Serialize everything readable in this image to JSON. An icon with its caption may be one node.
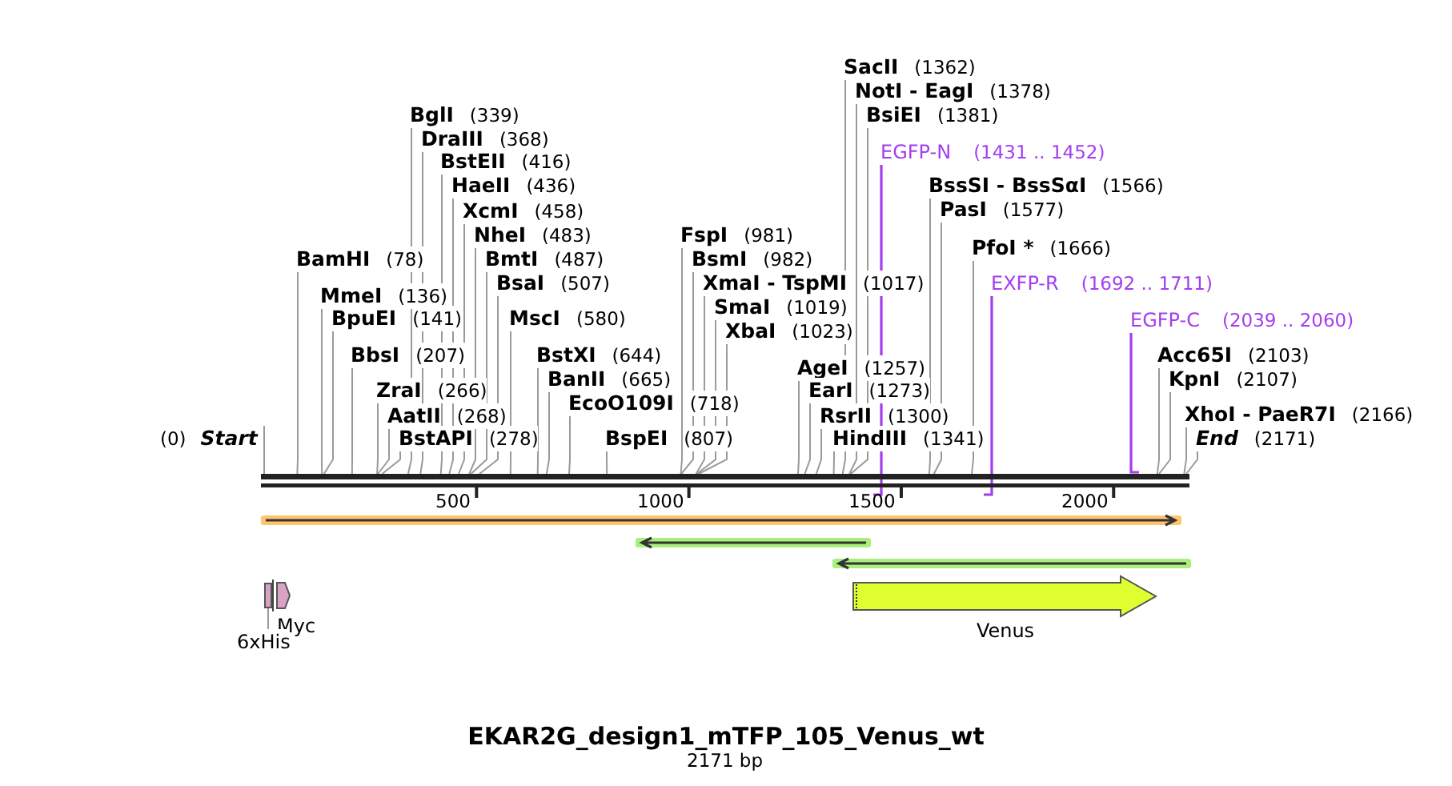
{
  "diagram": {
    "title": "EKAR2G_design1_mTFP_105_Venus_wt",
    "nodes": [
      {
        "text": [
          "(0)",
          "Start"
        ]
      },
      {
        "text": [
          "BamHI",
          "(78)"
        ]
      },
      {
        "text": [
          "MmeI",
          "(136)"
        ]
      },
      {
        "text": [
          "BpuEI",
          "(141)"
        ]
      },
      {
        "text": [
          "BbsI",
          "(207)"
        ]
      },
      {
        "text": [
          "ZraI",
          "(266)"
        ]
      },
      {
        "text": [
          "AatII",
          "(268)"
        ]
      },
      {
        "text": [
          "BstAPI",
          "(278)"
        ]
      },
      {
        "text": [
          "BglI",
          "(339)"
        ]
      },
      {
        "text": [
          "DraIII",
          "(368)"
        ]
      },
      {
        "text": [
          "BstEII",
          "(416)"
        ]
      },
      {
        "text": [
          "HaeII",
          "(436)"
        ]
      },
      {
        "text": [
          "XcmI",
          "(458)"
        ]
      },
      {
        "text": [
          "NheI",
          "(483)"
        ]
      },
      {
        "text": [
          "BmtI",
          "(487)"
        ]
      },
      {
        "text": [
          "BsaI",
          "(507)"
        ]
      },
      {
        "text": [
          "MscI",
          "(580)"
        ]
      },
      {
        "text": [
          "BstXI",
          "(644)"
        ]
      },
      {
        "text": [
          "BanII",
          "(665)"
        ]
      },
      {
        "text": [
          "EcoO109I",
          "(718)"
        ]
      },
      {
        "text": [
          "BspEI",
          "(807)"
        ]
      },
      {
        "text": [
          "FspI",
          "(981)"
        ]
      },
      {
        "text": [
          "BsmI",
          "(982)"
        ]
      },
      {
        "text": [
          "XmaI - TspMI",
          "(1017)"
        ]
      },
      {
        "text": [
          "SmaI",
          "(1019)"
        ]
      },
      {
        "text": [
          "XbaI",
          "(1023)"
        ]
      },
      {
        "text": [
          "AgeI",
          "(1257)"
        ]
      },
      {
        "text": [
          "EarI",
          "(1273)"
        ]
      },
      {
        "text": [
          "RsrII",
          "(1300)"
        ]
      },
      {
        "text": [
          "HindIII",
          "(1341)"
        ]
      },
      {
        "text": [
          "SacII",
          "(1362)"
        ]
      },
      {
        "text": [
          "NotI - EagI",
          "(1378)"
        ]
      },
      {
        "text": [
          "BsiEI",
          "(1381)"
        ]
      },
      {
        "text": [
          "EGFP-N",
          "(1431 .. 1452)"
        ]
      },
      {
        "text": [
          "BssSI - BssSαI",
          "(1566)"
        ]
      },
      {
        "text": [
          "PasI",
          "(1577)"
        ]
      },
      {
        "text": [
          "PfoI *",
          "(1666)"
        ]
      },
      {
        "text": [
          "EXFP-R",
          "(1692 .. 1711)"
        ]
      },
      {
        "text": [
          "EGFP-C",
          "(2039 .. 2060)"
        ]
      },
      {
        "text": [
          "Acc65I",
          "(2103)"
        ]
      },
      {
        "text": [
          "KpnI",
          "(2107)"
        ]
      },
      {
        "text": [
          "XhoI - PaeR7I",
          "(2166)"
        ]
      },
      {
        "text": [
          "End",
          "(2171)"
        ]
      },
      {
        "text": [],
        "shape": "bar"
      },
      {
        "text": [],
        "shape": "arrow"
      },
      {
        "text": [],
        "shape": "arrow"
      },
      {
        "text": [],
        "shape": "arrow"
      },
      {
        "text": [],
        "shape": "box"
      },
      {
        "text": [
          "Myc"
        ]
      },
      {
        "text": [
          "Venus"
        ]
      },
      {
        "text": [
          "6xHis"
        ]
      }
    ],
    "edges": [
      {
        "from": 0,
        "to": 43,
        "arrow": "none"
      },
      {
        "from": 1,
        "to": 43,
        "arrow": "none"
      },
      {
        "from": 2,
        "to": 43,
        "arrow": "none"
      },
      {
        "from": 3,
        "to": 43,
        "arrow": "none"
      },
      {
        "from": 4,
        "to": 43,
        "arrow": "none"
      },
      {
        "from": 5,
        "to": 43,
        "arrow": "none"
      },
      {
        "from": 6,
        "to": 43,
        "arrow": "none"
      },
      {
        "from": 7,
        "to": 43,
        "arrow": "none"
      },
      {
        "from": 8,
        "to": 43,
        "arrow": "none"
      },
      {
        "from": 9,
        "to": 43,
        "arrow": "none"
      },
      {
        "from": 10,
        "to": 43,
        "arrow": "none"
      },
      {
        "from": 11,
        "to": 43,
        "arrow": "none"
      },
      {
        "from": 12,
        "to": 43,
        "arrow": "none"
      },
      {
        "from": 13,
        "to": 43,
        "arrow": "none"
      },
      {
        "from": 14,
        "to": 43,
        "arrow": "none"
      },
      {
        "from": 15,
        "to": 43,
        "arrow": "none"
      },
      {
        "from": 16,
        "to": 43,
        "arrow": "none"
      },
      {
        "from": 17,
        "to": 43,
        "arrow": "none"
      },
      {
        "from": 18,
        "to": 43,
        "arrow": "none"
      },
      {
        "from": 19,
        "to": 43,
        "arrow": "none"
      },
      {
        "from": 20,
        "to": 43,
        "arrow": "none"
      },
      {
        "from": 21,
        "to": 43,
        "arrow": "none"
      },
      {
        "from": 22,
        "to": 43,
        "arrow": "none"
      },
      {
        "from": 23,
        "to": 43,
        "arrow": "none"
      },
      {
        "from": 24,
        "to": 43,
        "arrow": "none"
      },
      {
        "from": 25,
        "to": 43,
        "arrow": "none"
      },
      {
        "from": 26,
        "to": 43,
        "arrow": "none"
      },
      {
        "from": 27,
        "to": 43,
        "arrow": "none"
      },
      {
        "from": 28,
        "to": 43,
        "arrow": "none"
      },
      {
        "from": 29,
        "to": 43,
        "arrow": "none"
      },
      {
        "from": 30,
        "to": 43,
        "arrow": "none"
      },
      {
        "from": 31,
        "to": 43,
        "arrow": "none"
      },
      {
        "from": 32,
        "to": 43,
        "arrow": "none"
      },
      {
        "from": 33,
        "to": 43,
        "arrow": "none",
        "color": "#a43cf0"
      },
      {
        "from": 34,
        "to": 43,
        "arrow": "none"
      },
      {
        "from": 35,
        "to": 43,
        "arrow": "none"
      },
      {
        "from": 36,
        "to": 43,
        "arrow": "none"
      },
      {
        "from": 37,
        "to": 43,
        "arrow": "none",
        "color": "#a43cf0"
      },
      {
        "from": 38,
        "to": 43,
        "arrow": "none",
        "color": "#a43cf0"
      },
      {
        "from": 39,
        "to": 43,
        "arrow": "none"
      },
      {
        "from": 40,
        "to": 43,
        "arrow": "none"
      },
      {
        "from": 41,
        "to": 43,
        "arrow": "none"
      },
      {
        "from": 42,
        "to": 43,
        "arrow": "none"
      },
      {
        "from": 50,
        "to": 47,
        "arrow": "none"
      }
    ],
    "labels": [
      "500",
      "1000",
      "1500",
      "2000",
      "2171 bp"
    ]
  }
}
